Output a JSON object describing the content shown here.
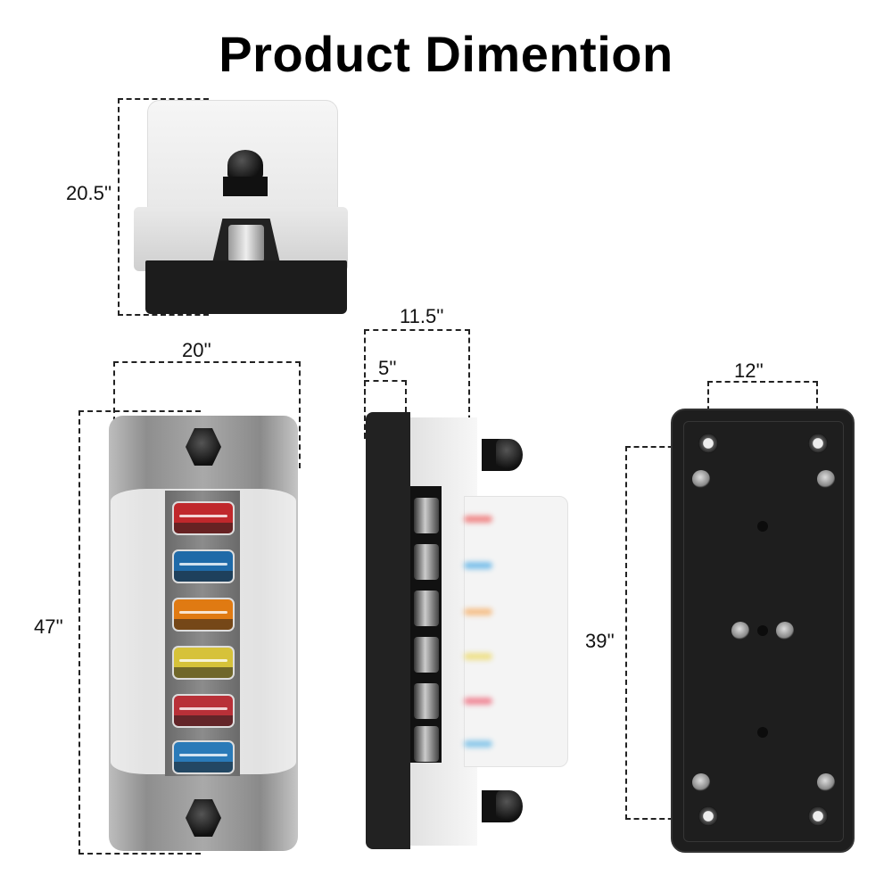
{
  "title": "Product Dimention",
  "views": {
    "top": {
      "height_label": "20.5''"
    },
    "front": {
      "width_label": "20''",
      "height_label": "47''"
    },
    "side": {
      "depth_label": "11.5''",
      "base_label": "5''"
    },
    "back": {
      "hole_spacing_label": "12''",
      "hole_height_label": "39''"
    }
  },
  "fuses": [
    {
      "color": "red",
      "hex": "#c0282c"
    },
    {
      "color": "blue",
      "hex": "#1f6aa8"
    },
    {
      "color": "orange",
      "hex": "#e07a12"
    },
    {
      "color": "yellow",
      "hex": "#d6c23a"
    },
    {
      "color": "red",
      "hex": "#b83038"
    },
    {
      "color": "blue",
      "hex": "#2a7ab8"
    }
  ]
}
